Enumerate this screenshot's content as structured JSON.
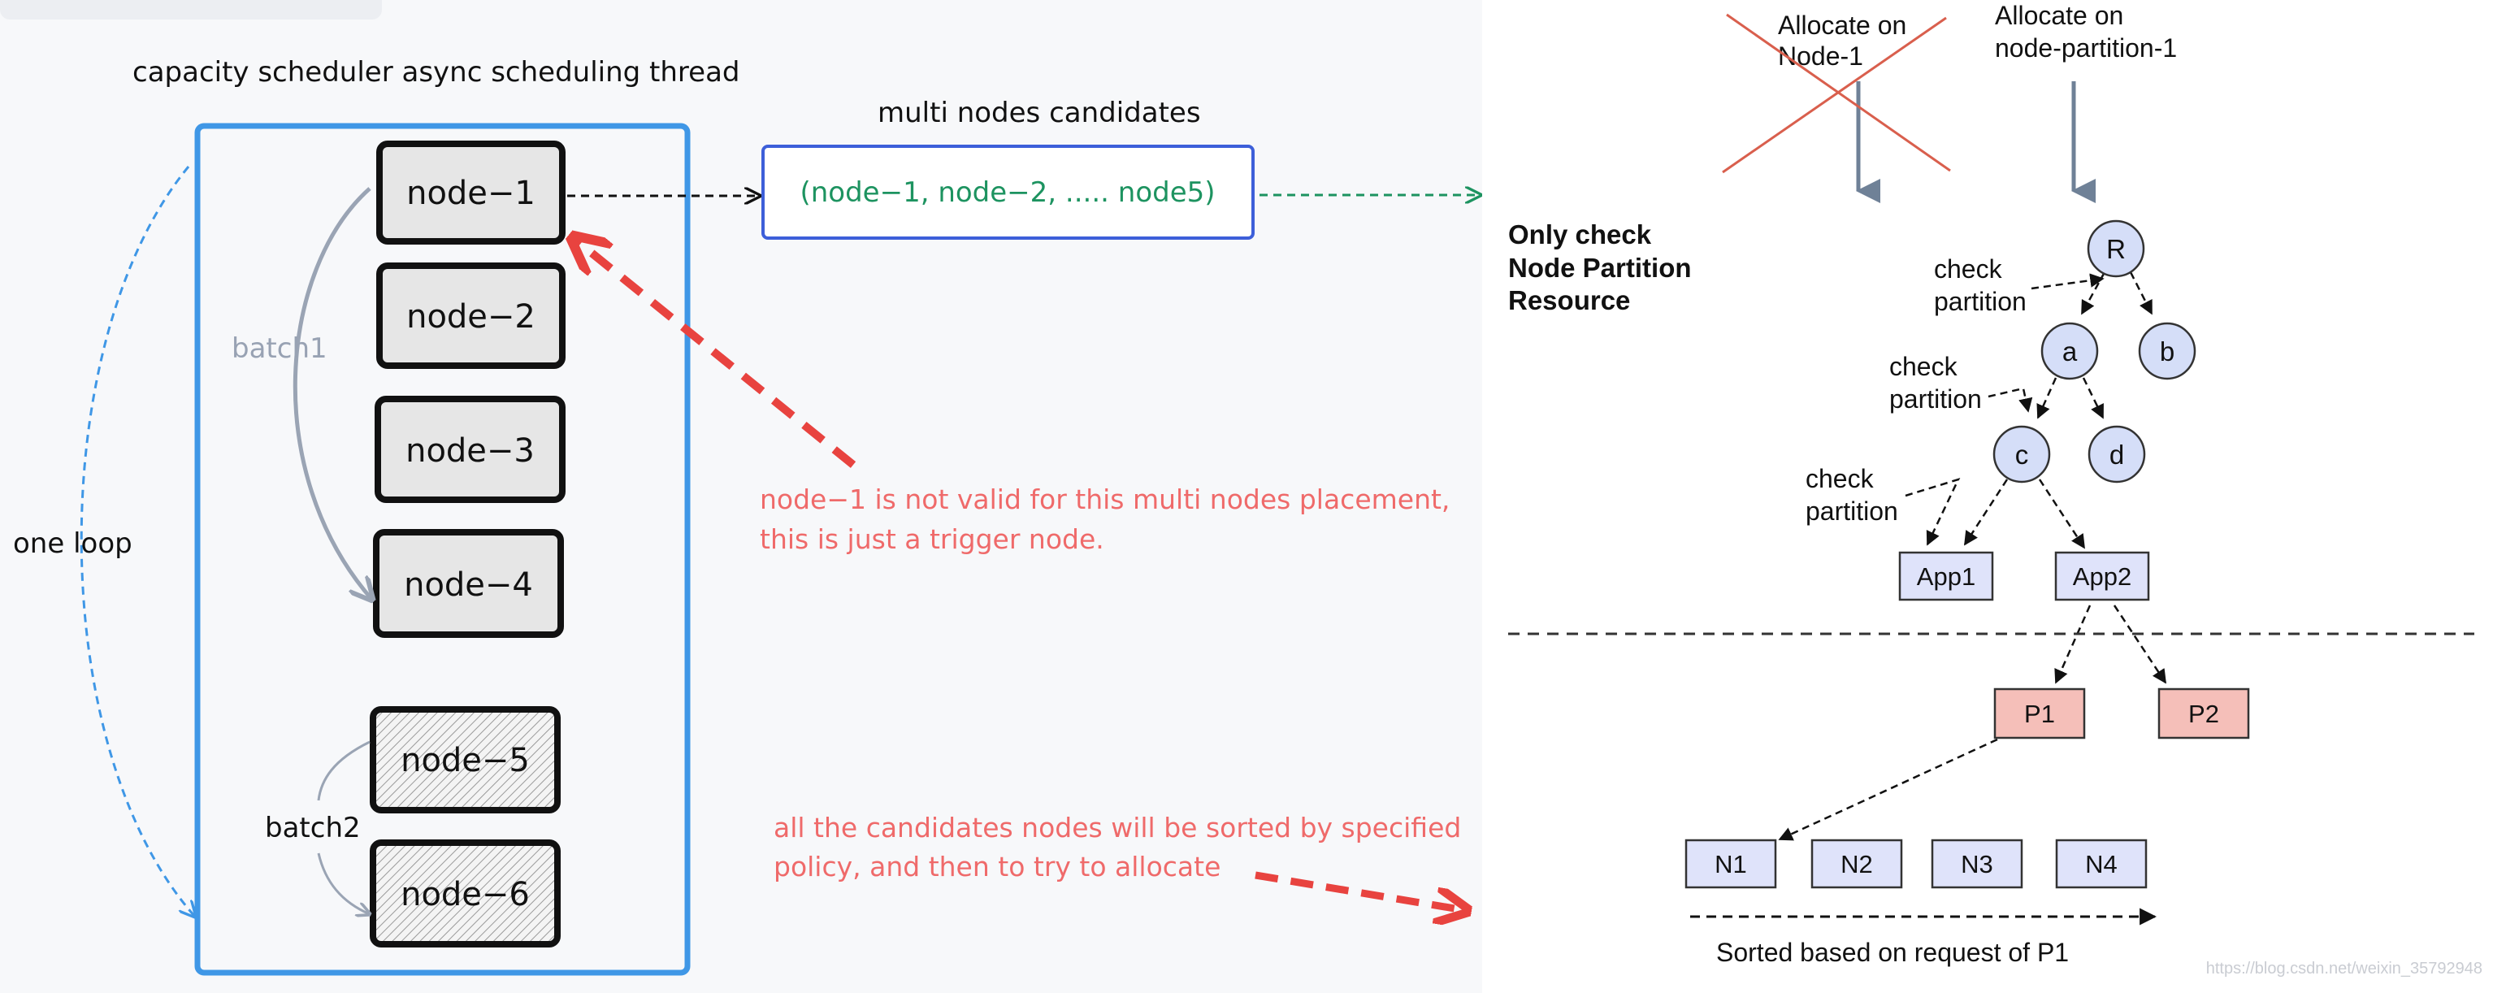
{
  "left": {
    "thread_title": "capacity scheduler async scheduling thread",
    "loop_label": "one loop",
    "batch1_label": "batch1",
    "batch2_label": "batch2",
    "nodes": [
      "node−1",
      "node−2",
      "node−3",
      "node−4",
      "node−5",
      "node−6"
    ],
    "candidates_title": "multi nodes candidates",
    "candidates_list": "(node−1, node−2, ..... node5)",
    "note_invalid_line1": "node−1 is not valid for this multi nodes placement,",
    "note_invalid_line2": "this is just a trigger node.",
    "note_sorted_line1": "all the candidates nodes will be sorted by specified",
    "note_sorted_line2": "policy, and then to try to allocate"
  },
  "right": {
    "allocate_node_line1": "Allocate on",
    "allocate_node_line2": "Node-1",
    "allocate_partition_line1": "Allocate on",
    "allocate_partition_line2": "node-partition-1",
    "only_check_line1": "Only check",
    "only_check_line2": "Node Partition",
    "only_check_line3": "Resource",
    "check_line1": "check",
    "check_line2": "partition",
    "tree_nodes": [
      "R",
      "a",
      "b",
      "c",
      "d"
    ],
    "apps": [
      "App1",
      "App2"
    ],
    "partitions": [
      "P1",
      "P2"
    ],
    "sorted_nodes": [
      "N1",
      "N2",
      "N3",
      "N4"
    ],
    "sorted_caption": "Sorted based on request of P1",
    "watermark": "https://blog.csdn.net/weixin_35792948"
  },
  "colors": {
    "frame_blue": "#3f97e6",
    "candidate_blue": "#3d5fd9",
    "candidate_green": "#1d9360",
    "note_red": "#ef6a6a",
    "arrow_red": "#e8433f",
    "cross_red": "#d95f4d",
    "tree_circle_fill": "#d5def8",
    "app_box_fill": "#dfe3fa",
    "partition_box_fill": "#f5bfb9"
  }
}
